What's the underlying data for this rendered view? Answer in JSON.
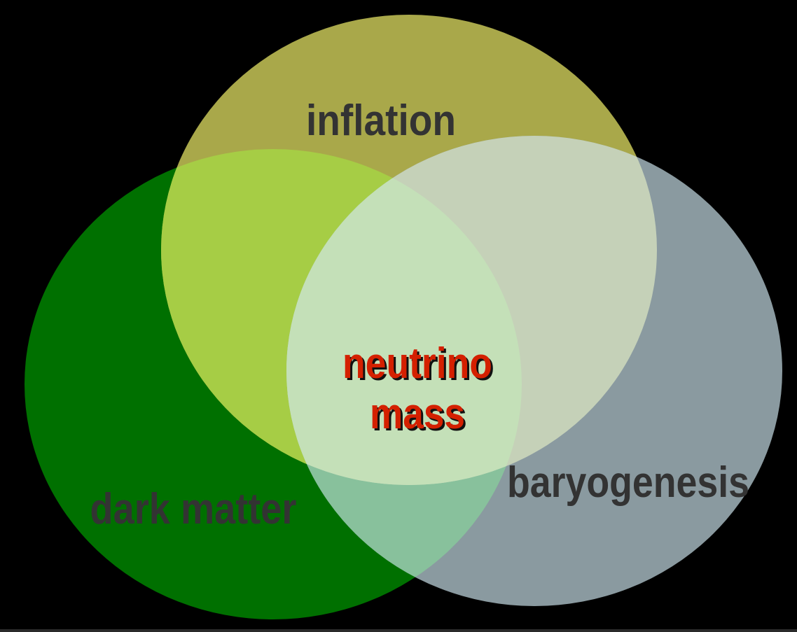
{
  "diagram": {
    "sets": [
      {
        "id": "dark-matter",
        "label": "dark matter",
        "color": "#007000"
      },
      {
        "id": "inflation",
        "label": "inflation",
        "color": "#a9a84a"
      },
      {
        "id": "baryogenesis",
        "label": "baryogenesis",
        "color": "#8a9aa0"
      }
    ],
    "intersections": {
      "dark_matter_inflation": "#a6cd45",
      "inflation_baryogenesis": "#c5d1b8",
      "dark_matter_baryogenesis": "#88c19c",
      "all_three": "#c4e0b8"
    },
    "center_label": {
      "lines": [
        "neutrino",
        "mass"
      ],
      "color": "#d42000",
      "shadow_color": "#111111"
    },
    "set_label_color": "#333333"
  }
}
